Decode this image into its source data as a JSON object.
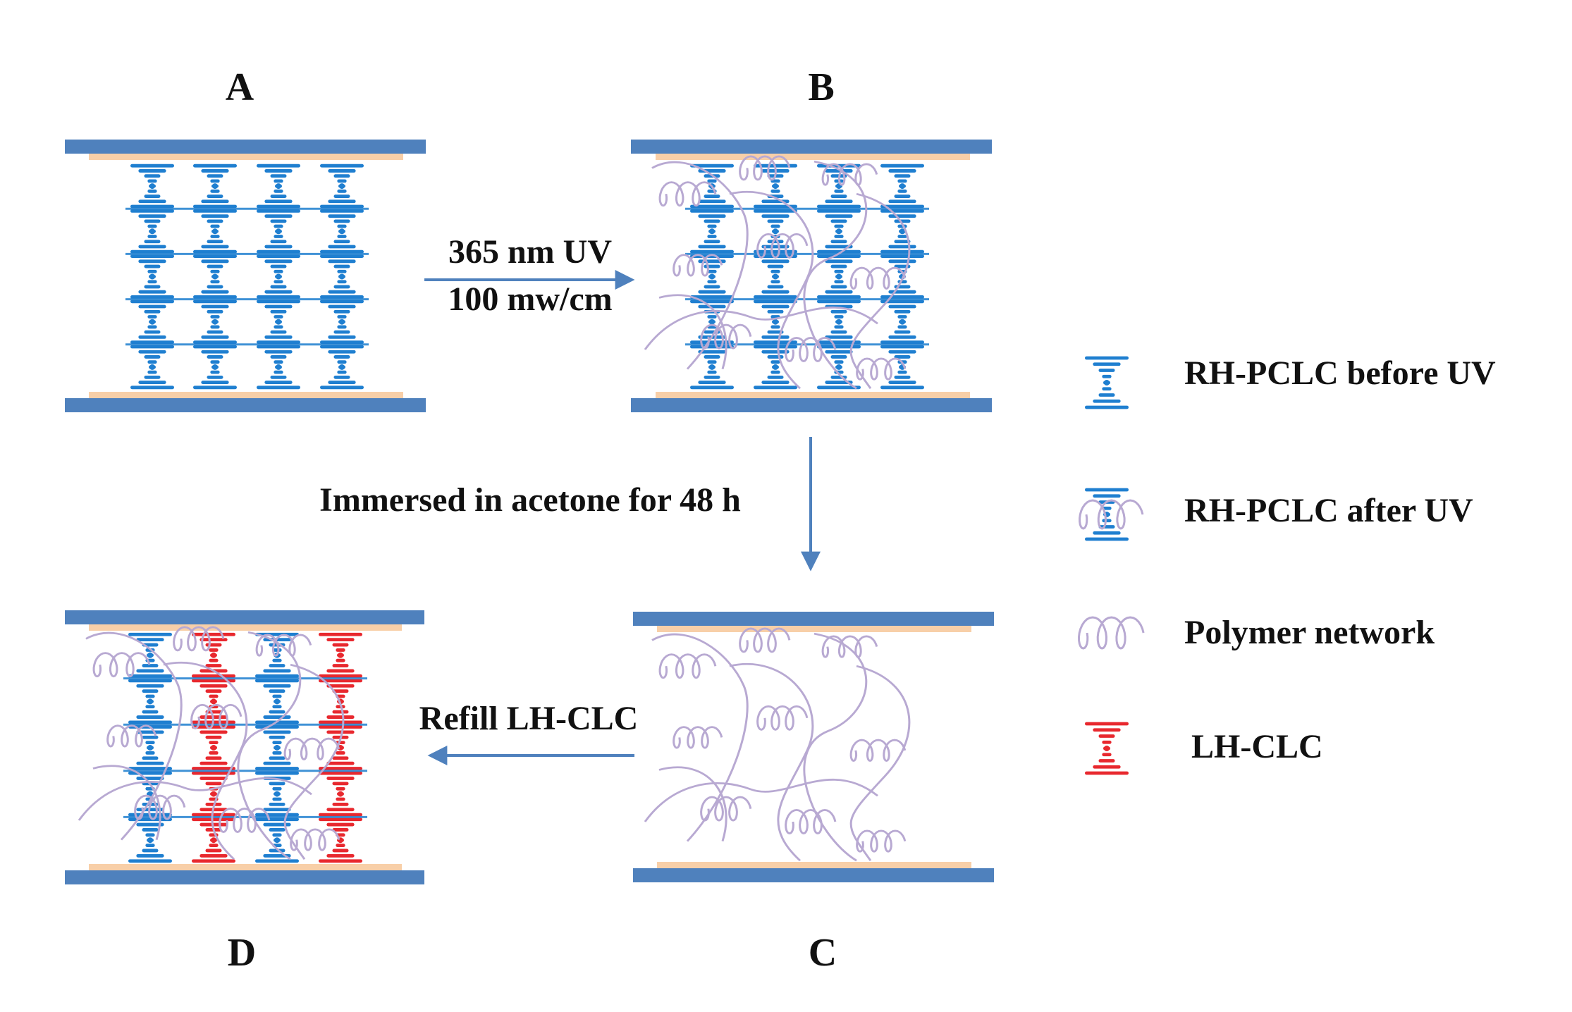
{
  "panels": {
    "A": {
      "label": "A"
    },
    "B": {
      "label": "B"
    },
    "C": {
      "label": "C"
    },
    "D": {
      "label": "D"
    }
  },
  "steps": {
    "uv_line1": "365 nm UV",
    "uv_line2": "100 mw/cm",
    "acetone": "Immersed in acetone for 48 h",
    "refill": "Refill LH-CLC"
  },
  "legend": [
    {
      "key": "rh_before",
      "label": "RH-PCLC before UV"
    },
    {
      "key": "rh_after",
      "label": "RH-PCLC after UV"
    },
    {
      "key": "polymer",
      "label": "Polymer network"
    },
    {
      "key": "lh",
      "label": "LH-CLC"
    }
  ],
  "colors": {
    "plate": "#4f81bd",
    "alignment_layer": "#f8cfa8",
    "rh_pclc": "#1f7fd0",
    "lh_clc": "#e8282e",
    "polymer": "#b8a9d2",
    "arrow": "#4f81bd"
  }
}
